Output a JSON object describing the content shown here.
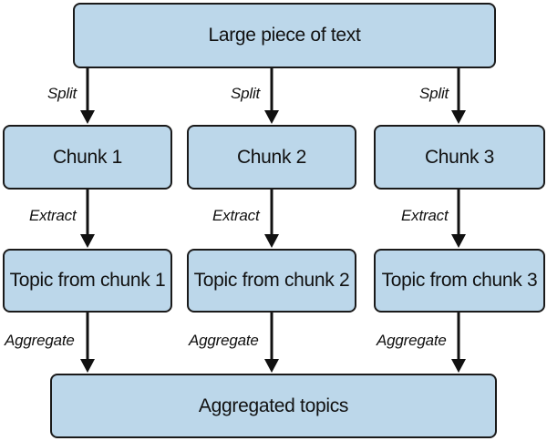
{
  "diagram": {
    "top": {
      "label": "Large piece of text"
    },
    "split_label": "Split",
    "extract_label": "Extract",
    "aggregate_label": "Aggregate",
    "chunks": [
      {
        "label": "Chunk 1"
      },
      {
        "label": "Chunk 2"
      },
      {
        "label": "Chunk 3"
      }
    ],
    "topics": [
      {
        "label": "Topic from chunk 1"
      },
      {
        "label": "Topic from chunk 2"
      },
      {
        "label": "Topic from chunk 3"
      }
    ],
    "bottom": {
      "label": "Aggregated topics"
    }
  },
  "colors": {
    "box_fill": "#bcd7ea",
    "stroke": "#1a1a1a"
  }
}
